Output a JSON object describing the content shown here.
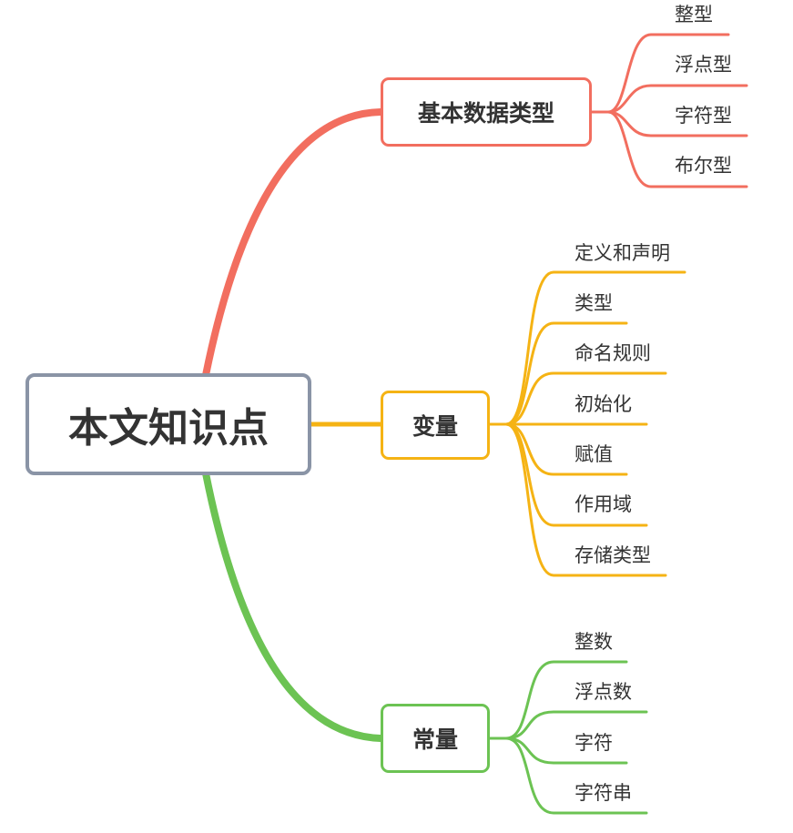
{
  "root": {
    "label": "本文知识点"
  },
  "branches": [
    {
      "label": "基本数据类型",
      "color": "#f26e5f",
      "children": [
        "整型",
        "浮点型",
        "字符型",
        "布尔型"
      ]
    },
    {
      "label": "变量",
      "color": "#f5b314",
      "children": [
        "定义和声明",
        "类型",
        "命名规则",
        "初始化",
        "赋值",
        "作用域",
        "存储类型"
      ]
    },
    {
      "label": "常量",
      "color": "#6cc353",
      "children": [
        "整数",
        "浮点数",
        "字符",
        "字符串"
      ]
    }
  ]
}
